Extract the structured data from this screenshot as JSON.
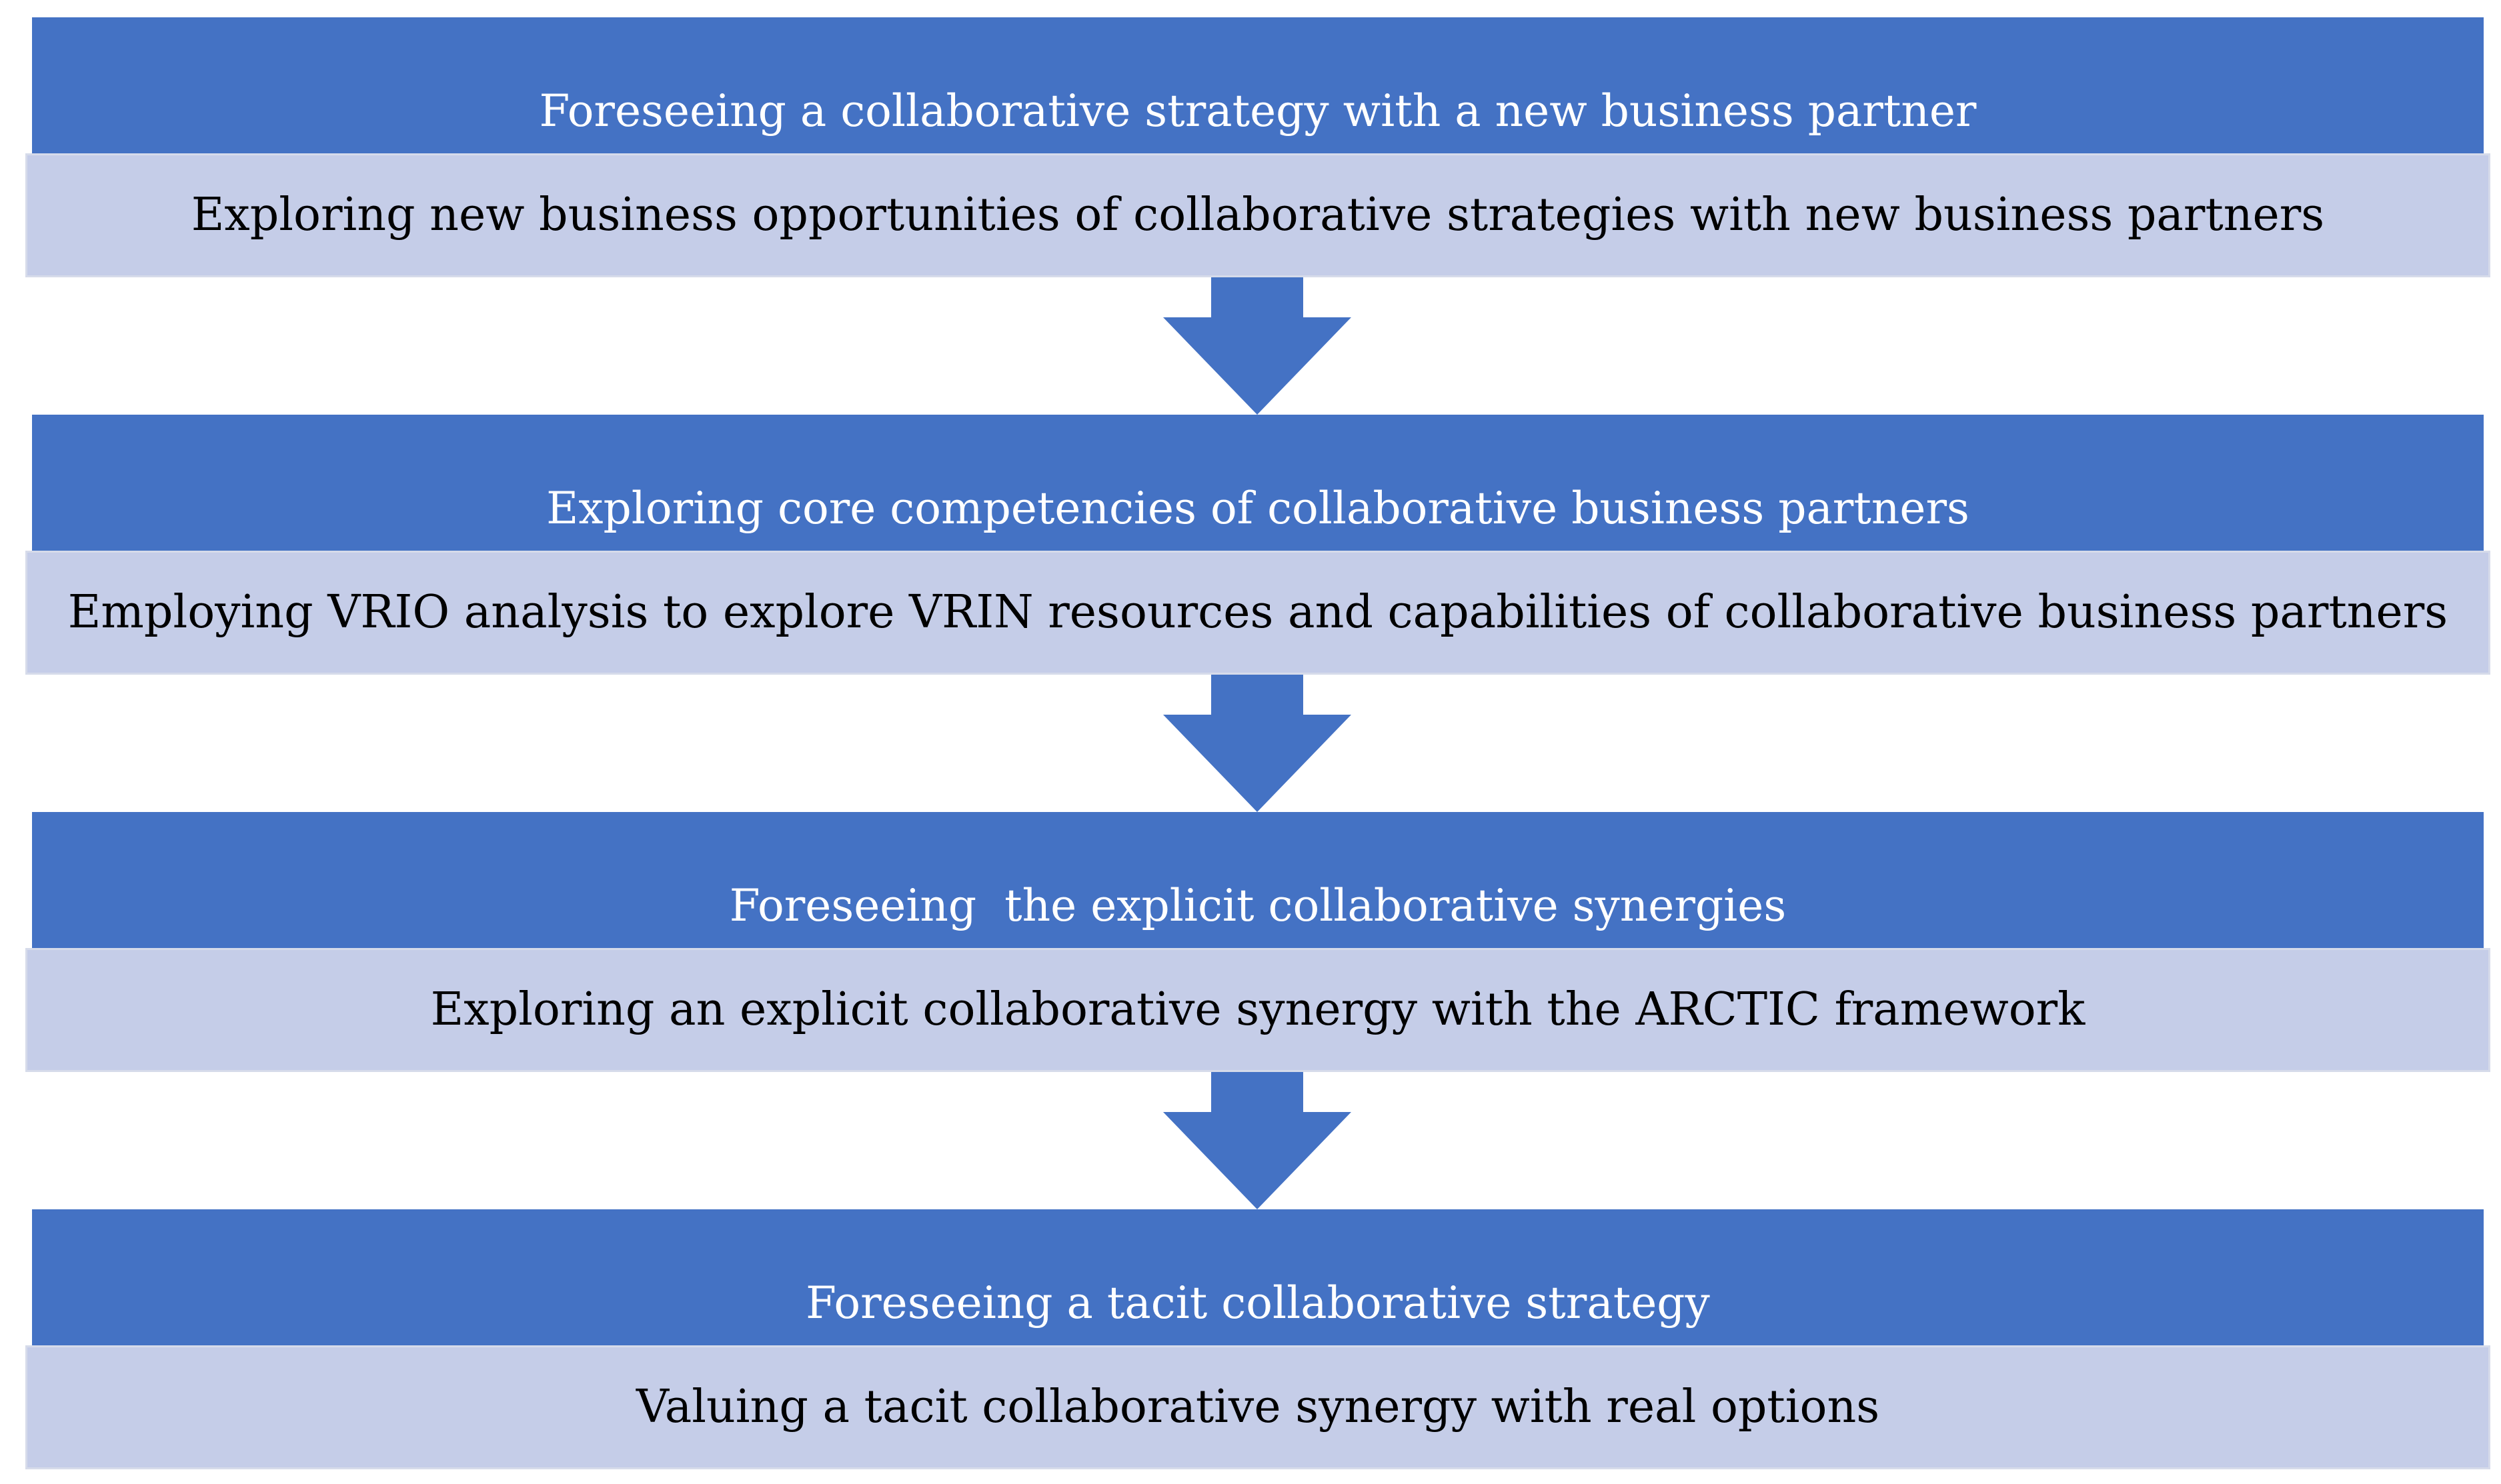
{
  "flow": {
    "colors": {
      "title_fill": "#4472c4",
      "desc_fill": "#c5cde8",
      "arrow_fill": "#4472c4"
    },
    "steps": [
      {
        "title": "Foreseeing a collaborative strategy with a new business partner",
        "description": "Exploring new business opportunities of collaborative strategies with new business partners"
      },
      {
        "title": "Exploring core competencies of collaborative business partners",
        "description": "Employing VRIO analysis to explore VRIN resources and capabilities of collaborative business partners"
      },
      {
        "title": "Foreseeing  the explicit collaborative synergies",
        "description": "Exploring an explicit collaborative synergy with the ARCTIC framework"
      },
      {
        "title": "Foreseeing a tacit collaborative strategy",
        "description": "Valuing a tacit collaborative synergy with real options"
      }
    ],
    "arrow_icon": "down-arrow-icon"
  }
}
